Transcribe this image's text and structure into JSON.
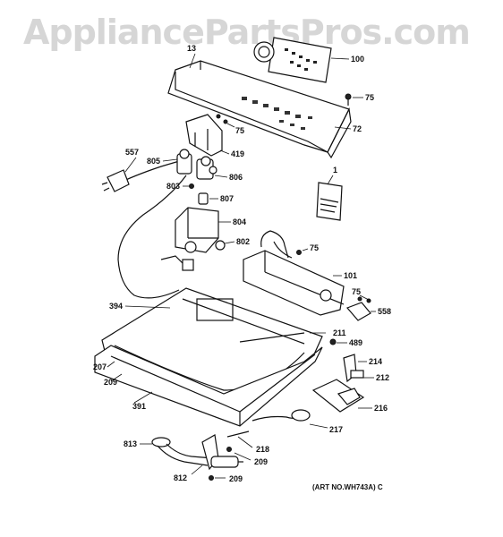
{
  "watermark": "AppliancePartsPros.com",
  "art_number": "(ART NO.WH743A) C",
  "callouts": {
    "c13": "13",
    "c100": "100",
    "c75a": "75",
    "c72": "72",
    "c75b": "75",
    "c419": "419",
    "c557": "557",
    "c805": "805",
    "c806": "806",
    "c803": "803",
    "c807": "807",
    "c804": "804",
    "c802": "802",
    "c1": "1",
    "c75c": "75",
    "c101": "101",
    "c75d": "75",
    "c558": "558",
    "c394": "394",
    "c211": "211",
    "c489": "489",
    "c207": "207",
    "c209a": "209",
    "c214": "214",
    "c212": "212",
    "c391": "391",
    "c216": "216",
    "c217": "217",
    "c813": "813",
    "c218": "218",
    "c209b": "209",
    "c812": "812",
    "c209c": "209"
  }
}
